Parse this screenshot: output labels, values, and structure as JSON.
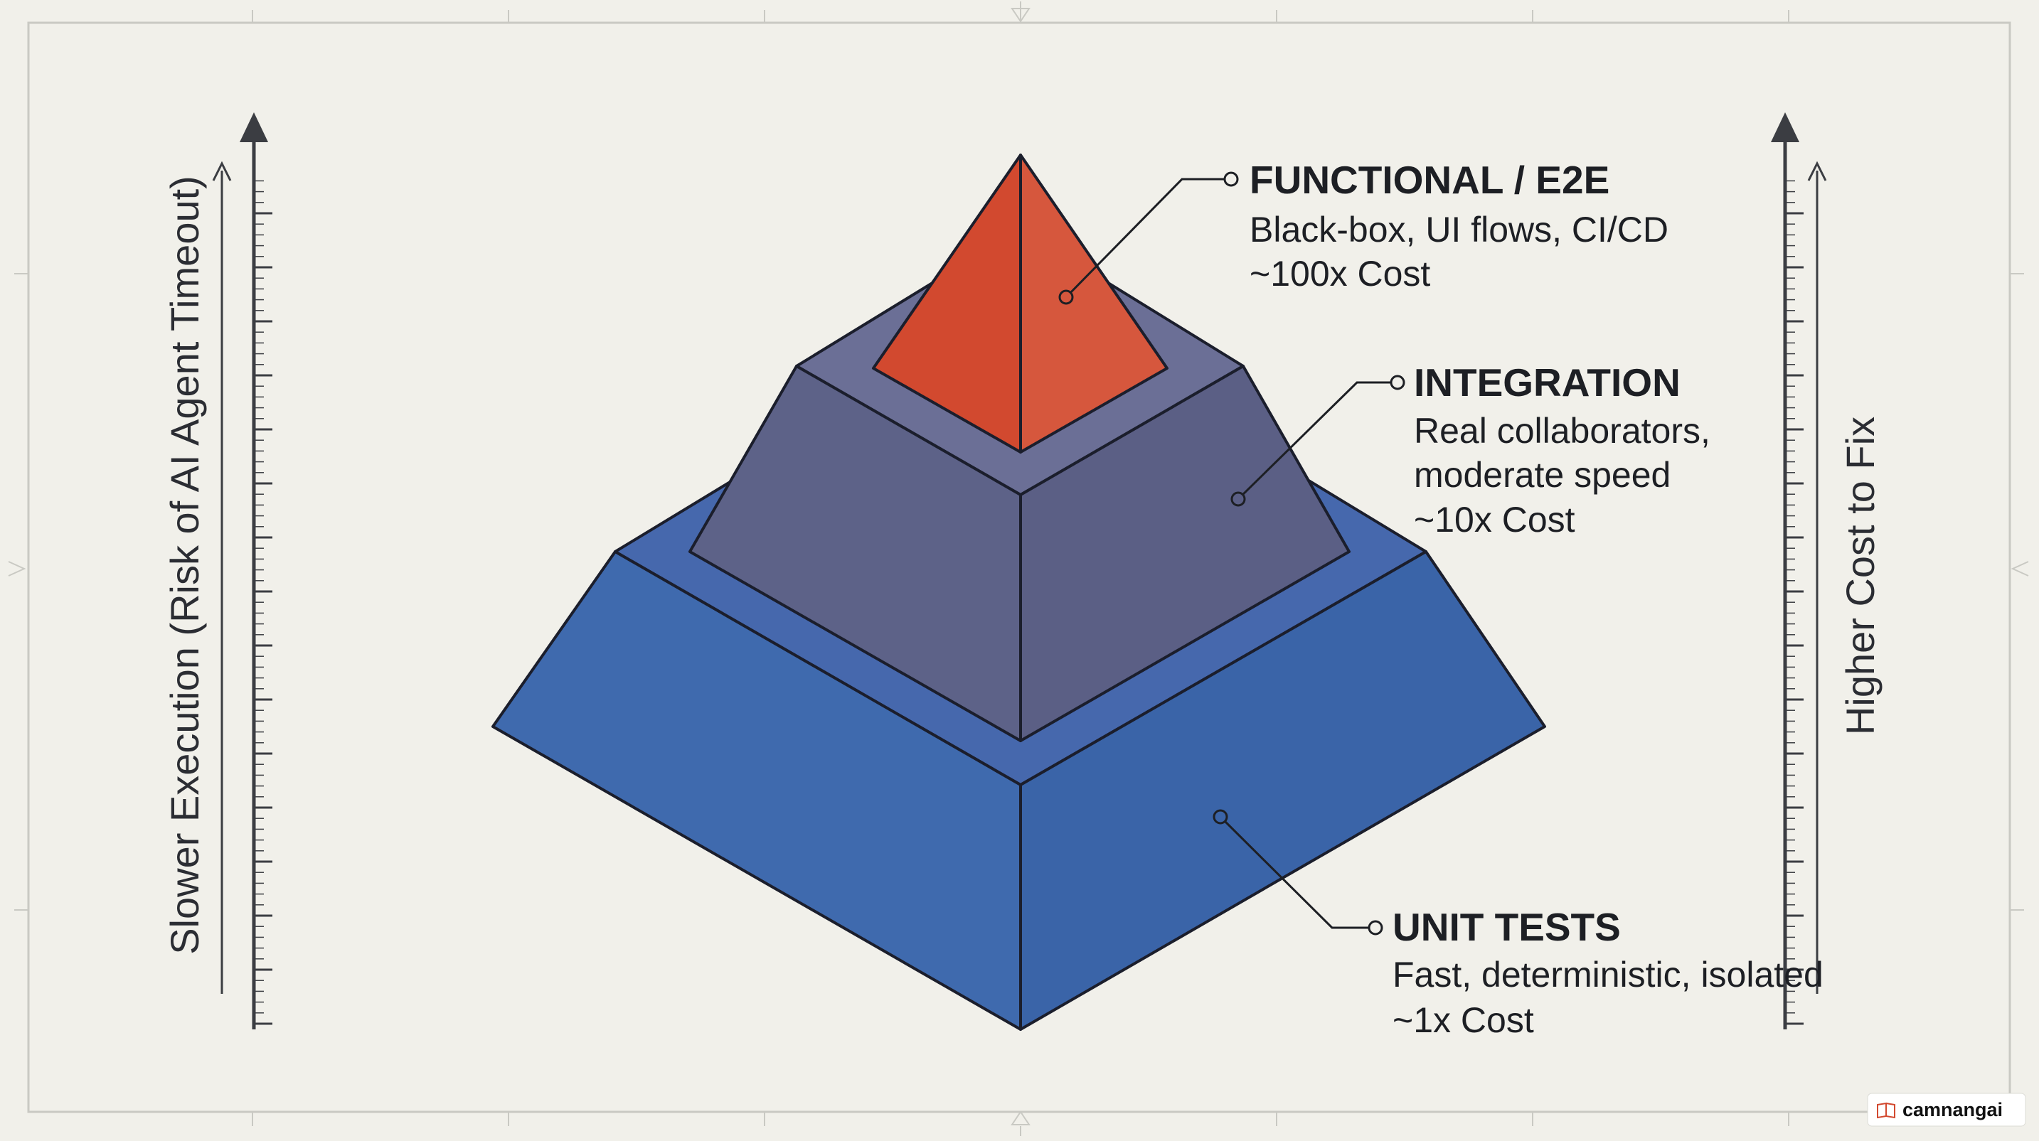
{
  "colors": {
    "background": "#f1f0ea",
    "frame": "#c9c9c3",
    "axis": "#3b3d42",
    "functional_left": "#d2492f",
    "functional_right": "#d6573d",
    "integration_top": "#6b6f96",
    "integration_left": "#5d6288",
    "integration_right": "#5b5f85",
    "unit_top": "#4668ad",
    "unit_left": "#3f6aae",
    "unit_right": "#3a64a8",
    "text": "#1d1f24"
  },
  "left_axis": {
    "label": "Slower Execution (Risk of AI Agent Timeout)",
    "direction": "up"
  },
  "right_axis": {
    "label": "Higher Cost to Fix",
    "direction": "up"
  },
  "tiers": [
    {
      "id": "functional",
      "title": "FUNCTIONAL / E2E",
      "lines": [
        "Black-box, UI flows, CI/CD",
        "~100x Cost"
      ]
    },
    {
      "id": "integration",
      "title": "INTEGRATION",
      "lines": [
        "Real collaborators,",
        "moderate speed",
        "~10x Cost"
      ]
    },
    {
      "id": "unit",
      "title": "UNIT TESTS",
      "lines": [
        "Fast, deterministic, isolated",
        "~1x Cost"
      ]
    }
  ],
  "watermark": {
    "text": "camnangai",
    "icon": "book-icon"
  }
}
